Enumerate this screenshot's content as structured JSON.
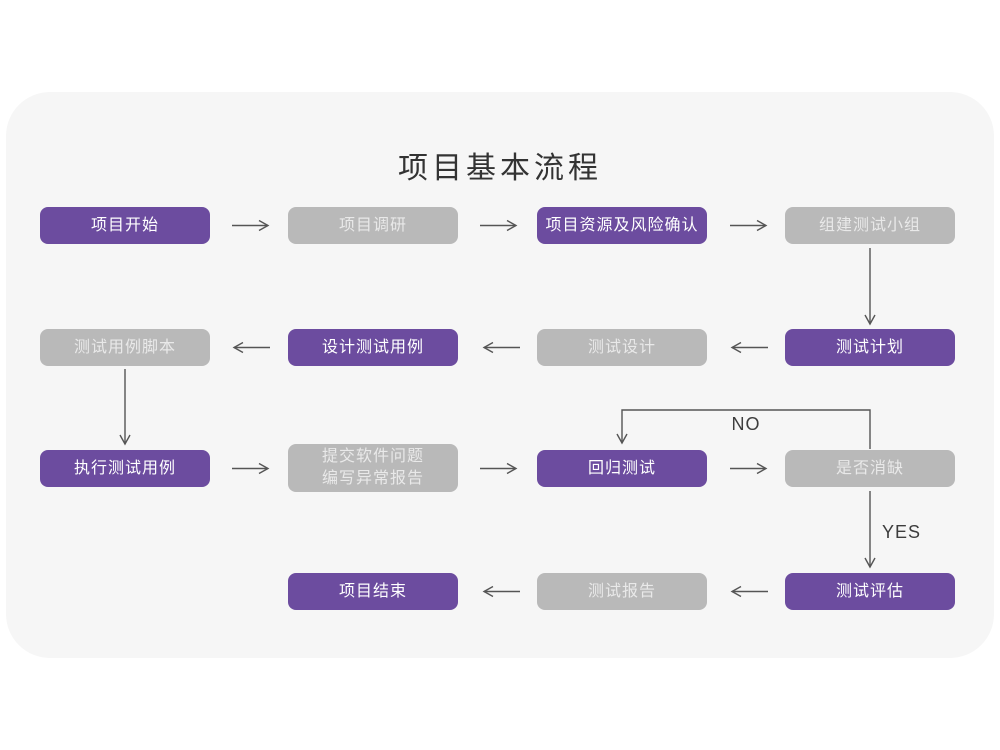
{
  "title": "项目基本流程",
  "flowchart": {
    "nodes": [
      {
        "id": "project-start",
        "label": "项目开始",
        "style": "purple"
      },
      {
        "id": "project-research",
        "label": "项目调研",
        "style": "gray"
      },
      {
        "id": "project-risk",
        "label": "项目资源及风险确认",
        "style": "purple"
      },
      {
        "id": "build-team",
        "label": "组建测试小组",
        "style": "gray"
      },
      {
        "id": "test-plan",
        "label": "测试计划",
        "style": "purple"
      },
      {
        "id": "test-design",
        "label": "测试设计",
        "style": "gray"
      },
      {
        "id": "design-cases",
        "label": "设计测试用例",
        "style": "purple"
      },
      {
        "id": "case-script",
        "label": "测试用例脚本",
        "style": "gray"
      },
      {
        "id": "execute-cases",
        "label": "执行测试用例",
        "style": "purple"
      },
      {
        "id": "submit-issues",
        "label": "提交软件问题\n编写异常报告",
        "style": "gray"
      },
      {
        "id": "regression",
        "label": "回归测试",
        "style": "purple"
      },
      {
        "id": "defect-check",
        "label": "是否消缺",
        "style": "gray"
      },
      {
        "id": "evaluate",
        "label": "测试评估",
        "style": "purple"
      },
      {
        "id": "test-report",
        "label": "测试报告",
        "style": "gray"
      },
      {
        "id": "project-end",
        "label": "项目结束",
        "style": "purple"
      }
    ],
    "edge_labels": {
      "no": "NO",
      "yes": "YES"
    },
    "edges": [
      {
        "from": "project-start",
        "to": "project-research"
      },
      {
        "from": "project-research",
        "to": "project-risk"
      },
      {
        "from": "project-risk",
        "to": "build-team"
      },
      {
        "from": "build-team",
        "to": "test-plan"
      },
      {
        "from": "test-plan",
        "to": "test-design"
      },
      {
        "from": "test-design",
        "to": "design-cases"
      },
      {
        "from": "design-cases",
        "to": "case-script"
      },
      {
        "from": "case-script",
        "to": "execute-cases"
      },
      {
        "from": "execute-cases",
        "to": "submit-issues"
      },
      {
        "from": "submit-issues",
        "to": "regression"
      },
      {
        "from": "regression",
        "to": "defect-check"
      },
      {
        "from": "defect-check",
        "to": "regression",
        "label": "NO"
      },
      {
        "from": "defect-check",
        "to": "evaluate",
        "label": "YES"
      },
      {
        "from": "evaluate",
        "to": "test-report"
      },
      {
        "from": "test-report",
        "to": "project-end"
      }
    ],
    "colors": {
      "node_primary": "#6c4c9f",
      "node_secondary": "#b9b9b9",
      "card_background": "#f6f6f6",
      "page_background": "#ffffff",
      "arrow": "#555555",
      "title_text": "#333333"
    }
  }
}
